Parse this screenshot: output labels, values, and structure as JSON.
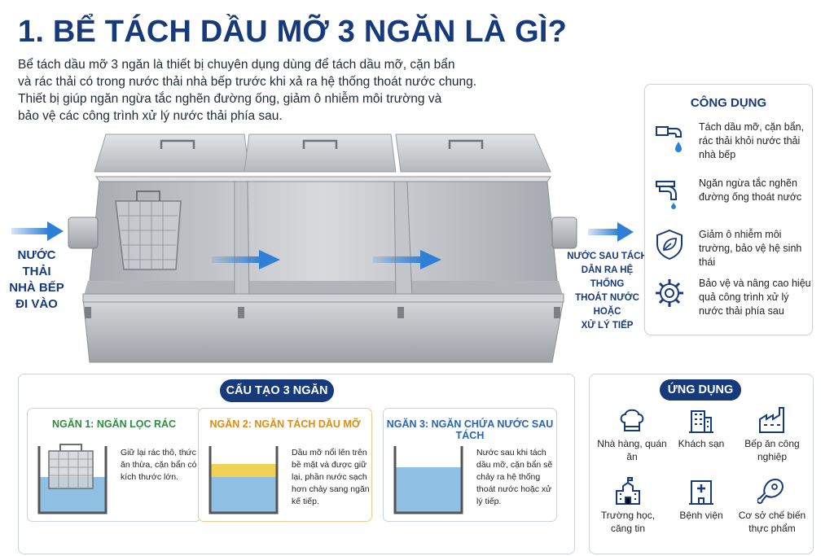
{
  "title": "1. BỂ TÁCH DẦU MỠ 3 NGĂN LÀ GÌ?",
  "intro_lines": [
    "Bể tách dầu mỡ 3 ngăn là thiết bị chuyên dụng dùng để tách dầu mỡ, cặn bẩn",
    "và rác thải có trong nước thải nhà bếp trước khi xả ra hệ thống thoát nước chung.",
    "Thiết bị giúp ngăn ngừa tắc nghẽn đường ống, giảm ô nhiễm môi trường và",
    "bảo vệ các công trình xử lý nước thải phía sau."
  ],
  "inlet_label": [
    "NƯỚC THẢI",
    "NHÀ BẾP",
    "ĐI VÀO"
  ],
  "outlet_label": [
    "NƯỚC SAU TÁCH",
    "DẪN RA HỆ THỐNG",
    "THOÁT NƯỚC HOẶC",
    "XỬ LÝ TIẾP"
  ],
  "uses": {
    "title": "CÔNG DỤNG",
    "items": [
      {
        "icon": "faucet-drop-icon",
        "text": "Tách dầu mỡ, cặn bẩn, rác thải khỏi nước thải nhà bếp"
      },
      {
        "icon": "pipe-icon",
        "text": "Ngăn ngừa tắc nghẽn đường ống thoát nước"
      },
      {
        "icon": "shield-leaf-icon",
        "text": "Giảm ô nhiễm môi trường, bảo vệ hệ sinh thái"
      },
      {
        "icon": "gear-icon",
        "text": "Bảo vệ và nâng cao hiệu quả công trình xử lý nước thải phía sau"
      }
    ]
  },
  "structure": {
    "title": "CẤU TẠO 3 NGĂN",
    "cards": [
      {
        "title": "NGĂN 1: NGĂN LỌC RÁC",
        "text": "Giữ lại rác thô, thức ăn thừa, cặn bẩn có kích thước lớn.",
        "color": "#2e8b3e"
      },
      {
        "title": "NGĂN 2: NGĂN TÁCH DẦU MỠ",
        "text": "Dầu mỡ nổi lên trên bề mặt và được giữ lại, phần nước sạch hơn chảy sang ngăn kế tiếp.",
        "color": "#e08a12"
      },
      {
        "title": "NGĂN 3: NGĂN CHỨA NƯỚC SAU TÁCH",
        "text": "Nước sau khi tách dầu mỡ, cặn bẩn sẽ chảy ra hệ thống thoát nước hoặc xử lý tiếp.",
        "color": "#2a63b8"
      }
    ]
  },
  "applications": {
    "title": "ỨNG DỤNG",
    "items": [
      {
        "icon": "chef-hat-icon",
        "text": "Nhà hàng, quán ăn"
      },
      {
        "icon": "hotel-icon",
        "text": "Khách sạn"
      },
      {
        "icon": "factory-icon",
        "text": "Bếp ăn công nghiệp"
      },
      {
        "icon": "school-icon",
        "text": "Trường học, căng tin"
      },
      {
        "icon": "hospital-icon",
        "text": "Bệnh viện"
      },
      {
        "icon": "meat-icon",
        "text": "Cơ sở chế biến thực phẩm"
      }
    ]
  },
  "colors": {
    "brand": "#173a7a",
    "arrow": "#2f7fd6",
    "steel": "#b9bcc0"
  }
}
